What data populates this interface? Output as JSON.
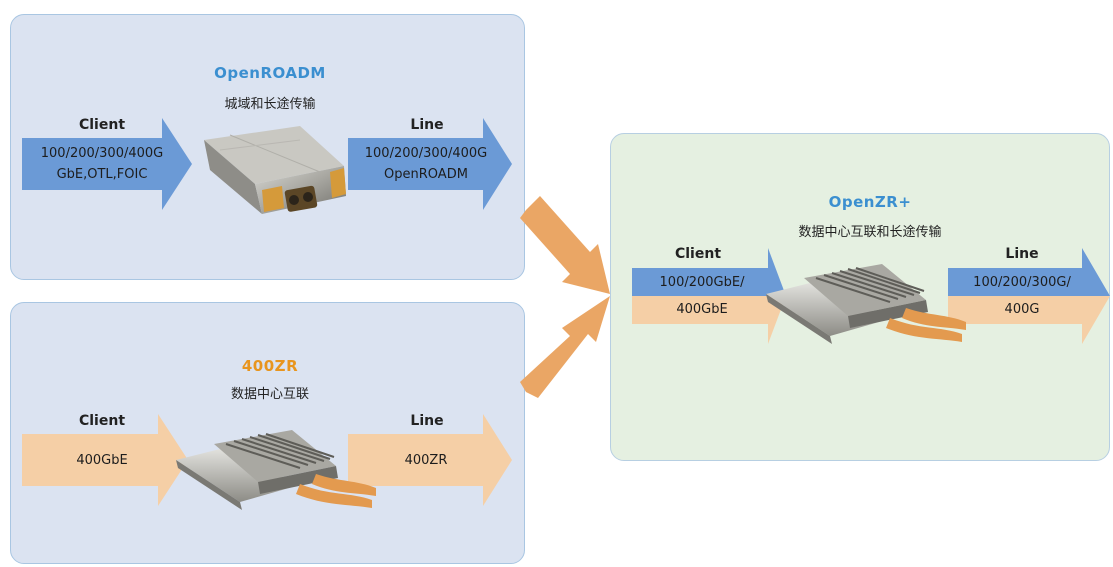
{
  "openroadm": {
    "title": "OpenROADM",
    "subtitle": "城域和长途传输",
    "client_label": "Client",
    "client_line1": "100/200/300/400G",
    "client_line2": "GbE,OTL,FOIC",
    "line_label": "Line",
    "line_line1": "100/200/300/400G",
    "line_line2": "OpenROADM"
  },
  "zr400": {
    "title": "400ZR",
    "subtitle": "数据中心互联",
    "client_label": "Client",
    "client_value": "400GbE",
    "line_label": "Line",
    "line_value": "400ZR"
  },
  "openzr": {
    "title": "OpenZR+",
    "subtitle": "数据中心互联和长途传输",
    "client_label": "Client",
    "client_line1": "100/200GbE/",
    "client_line2": "400GbE",
    "line_label": "Line",
    "line_line1": "100/200/300G/",
    "line_line2": "400G"
  },
  "colors": {
    "blue_arrow": "#6b9ad6",
    "orange_arrow": "#f5cfa6",
    "connector_arrow": "#eaa665",
    "openroadm_title": "#3b8fd0",
    "zr400_title": "#e8951e",
    "openzr_title": "#3b8fd0"
  },
  "icons": [
    "openroadm-module-icon",
    "qsfp-dd-module-icon"
  ]
}
